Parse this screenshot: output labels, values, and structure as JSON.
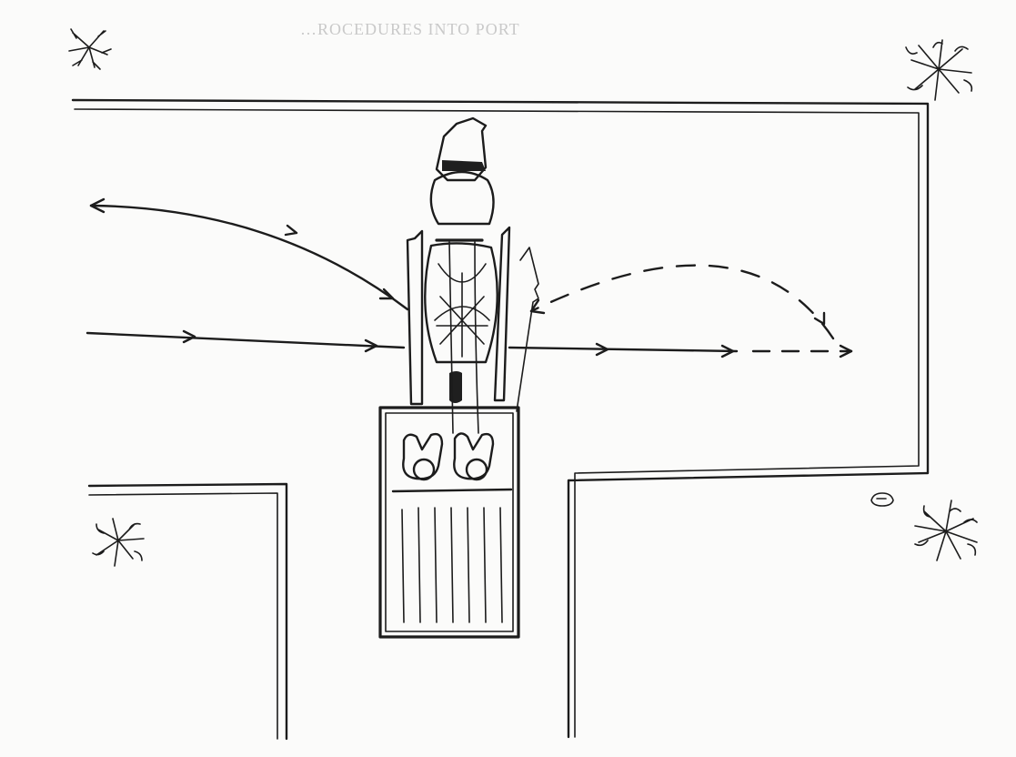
{
  "header": {
    "text": "…ROCEDURES INTO PORT",
    "color": "#c9c9c9"
  },
  "colors": {
    "ink": "#1c1c1c",
    "paper": "#fbfbfa"
  },
  "icons": [
    "shrub-icon-top-left",
    "shrub-icon-top-right",
    "shrub-icon-bottom-left",
    "shrub-icon-bottom-right",
    "rock-icon"
  ],
  "paths": {
    "arrow_left_return": "curved solid arrow returning left",
    "arrow_straight_right": "solid arrow moving right",
    "arrow_dashed_curve": "dashed curved arrow looping back"
  }
}
